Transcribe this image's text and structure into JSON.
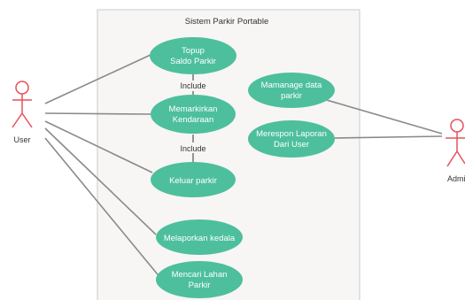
{
  "diagram": {
    "system_title": "Sistem Parkir Portable",
    "actors": {
      "user": "User",
      "admin": "Admin"
    },
    "use_cases": {
      "topup": {
        "line1": "Topup",
        "line2": "Saldo Parkir"
      },
      "memarkirkan": {
        "line1": "Memarkirkan",
        "line2": "Kendaraan"
      },
      "keluar": {
        "line1": "Keluar parkir"
      },
      "melaporkan": {
        "line1": "Melaporkan kedala"
      },
      "mencari": {
        "line1": "Mencari Lahan",
        "line2": "Parkir"
      },
      "mamanage": {
        "line1": "Mamanage data",
        "line2": "parkir"
      },
      "merespon": {
        "line1": "Merespon Laporan",
        "line2": "Dari User"
      }
    },
    "relations": {
      "include_top": "Include",
      "include_bottom": "Include"
    }
  },
  "colors": {
    "usecase_fill": "#4dbf9c",
    "usecase_text": "#ffffff",
    "actor_stroke": "#e8505b",
    "line": "#8a8a8a",
    "system_border": "#d2d2d2",
    "system_fill": "#f7f6f4"
  }
}
